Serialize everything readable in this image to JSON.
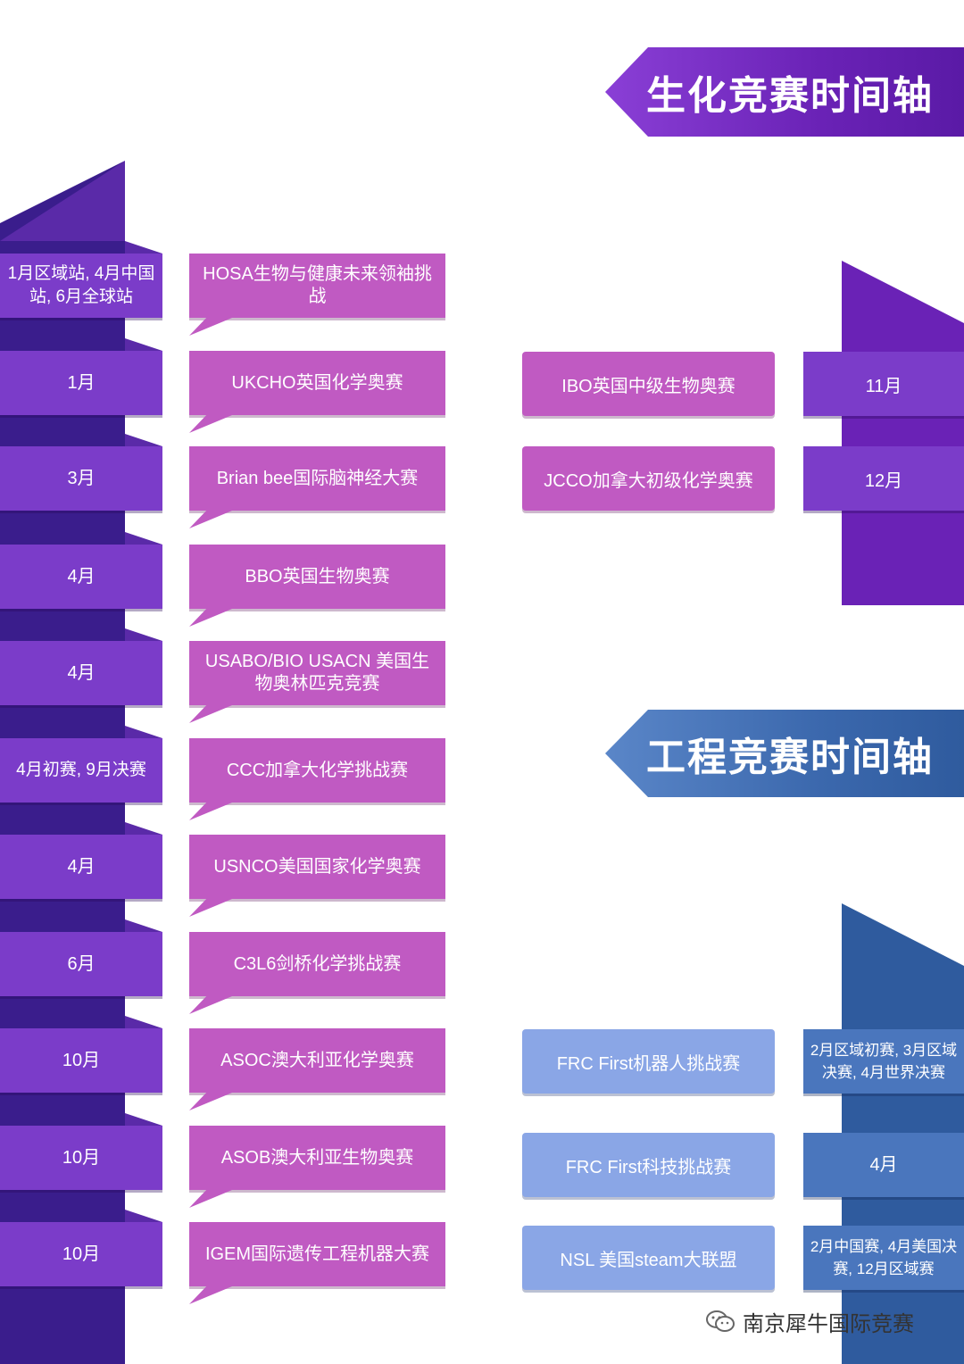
{
  "bio_title": "生化竞赛时间轴",
  "eng_title": "工程竞赛时间轴",
  "bio_left": [
    {
      "date": "1月区域站, 4月中国站, 6月全球站",
      "name": "HOSA生物与健康未来领袖挑战"
    },
    {
      "date": "1月",
      "name": "UKCHO英国化学奥赛"
    },
    {
      "date": "3月",
      "name": "Brian bee国际脑神经大赛"
    },
    {
      "date": "4月",
      "name": "BBO英国生物奥赛"
    },
    {
      "date": "4月",
      "name": "USABO/BIO USACN 美国生物奥林匹克竞赛"
    },
    {
      "date": "4月初赛, 9月决赛",
      "name": "CCC加拿大化学挑战赛"
    },
    {
      "date": "4月",
      "name": "USNCO美国国家化学奥赛"
    },
    {
      "date": "6月",
      "name": "C3L6剑桥化学挑战赛"
    },
    {
      "date": "10月",
      "name": "ASOC澳大利亚化学奥赛"
    },
    {
      "date": "10月",
      "name": "ASOB澳大利亚生物奥赛"
    },
    {
      "date": "10月",
      "name": "IGEM国际遗传工程机器大赛"
    }
  ],
  "bio_right": [
    {
      "name": "IBO英国中级生物奥赛",
      "date": "11月"
    },
    {
      "name": "JCCO加拿大初级化学奥赛",
      "date": "12月"
    }
  ],
  "eng_right": [
    {
      "name": "FRC First机器人挑战赛",
      "date": "2月区域初赛, 3月区域决赛, 4月世界决赛"
    },
    {
      "name": "FRC First科技挑战赛",
      "date": "4月"
    },
    {
      "name": "NSL 美国steam大联盟",
      "date": "2月中国赛, 4月美国决赛, 12月区域赛"
    }
  ],
  "watermark": "南京犀牛国际竞赛",
  "colors": {
    "purple_dark": "#3a1d8c",
    "purple_tab": "#7b3cc9",
    "pink": "#c05ac2",
    "blue_tab": "#4a76bd",
    "blue_box": "#8aa6e6"
  }
}
